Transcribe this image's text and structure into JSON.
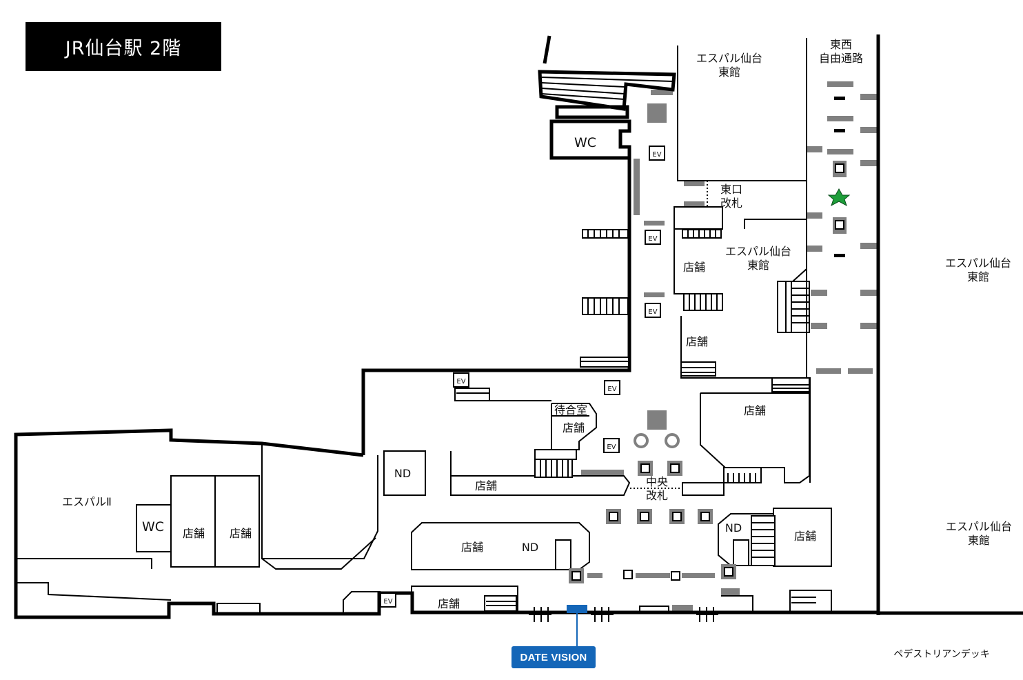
{
  "title": "JR仙台駅 2階",
  "labels": {
    "esupal_east_top": [
      "エスパル仙台",
      "東館"
    ],
    "tozai_passage": [
      "東西",
      "自由通路"
    ],
    "east_gate": [
      "東口",
      "改札"
    ],
    "esupal_east_mid": [
      "エスパル仙台",
      "東館"
    ],
    "esupal_east_right1": [
      "エスパル仙台",
      "東館"
    ],
    "esupal_east_right2": [
      "エスパル仙台",
      "東館"
    ],
    "central_gate": [
      "中央",
      "改札"
    ],
    "waiting_room": "待合室",
    "esupal2": "エスパルⅡ",
    "wc": "WC",
    "ev": "EV",
    "nd": "ND",
    "shop": "店舗",
    "pedestrian_deck": "ペデストリアンデッキ"
  },
  "marker": {
    "name": "DATE VISION",
    "color": "#1466b8"
  },
  "colors": {
    "wall": "#000000",
    "stairs_gray": "#808080",
    "star": "#1e9e3a"
  }
}
